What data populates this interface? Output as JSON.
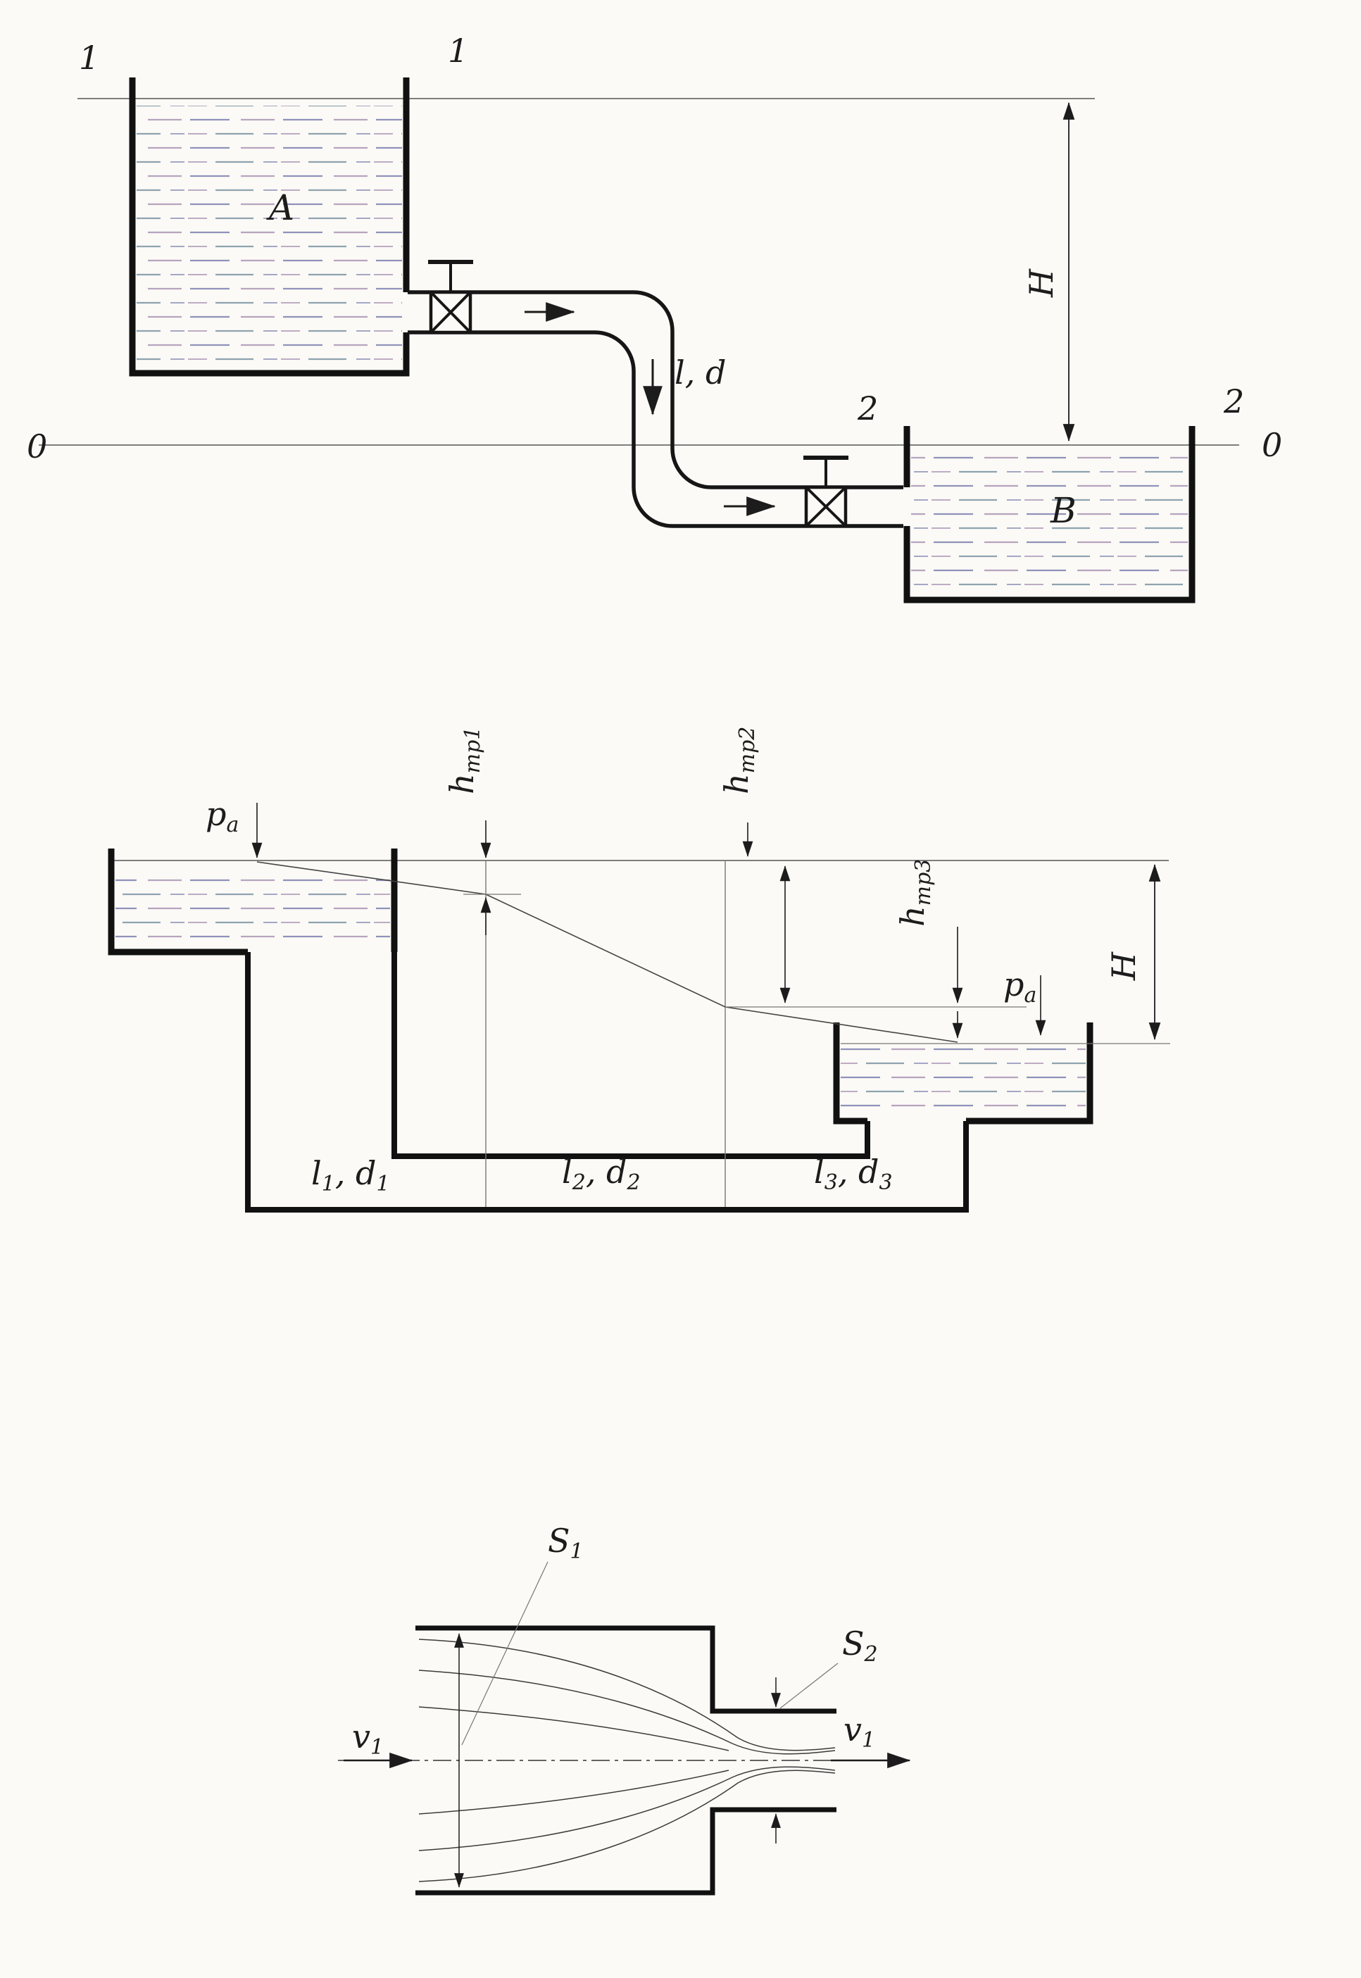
{
  "page": {
    "title": "Hydraulics pipeline figures (scanned technical diagram)",
    "ink_color": "#1c1c1c",
    "paper_color": "#fbfaf6",
    "water_dash_colors": [
      "#6b6fa5",
      "#8a6a9b",
      "#5f7d92"
    ]
  },
  "diagram1": {
    "description": "Two reservoirs A and B connected by pipe l,d with two valves; head H between levels; sections 1-1, 2-2 and datum 0-0",
    "labels": {
      "section1_left": "1",
      "section1_right": "1",
      "section2_left": "2",
      "section2_right": "2",
      "datum_left": "0",
      "datum_right": "0",
      "tank_a": "A",
      "tank_b": "B",
      "pipe": "l, d",
      "head": "H"
    }
  },
  "diagram2": {
    "description": "Pipeline of three sections with piezometric grade line and head losses",
    "labels": {
      "pa_base": "p",
      "pa_sub": "a",
      "h_base": "h",
      "htr1_sub": "тр1",
      "htr2_sub": "тр2",
      "htr3_sub": "тр3",
      "head": "H"
    },
    "sections": [
      {
        "l": "l",
        "lsub": "1",
        "d": ", d",
        "dsub": "1"
      },
      {
        "l": "l",
        "lsub": "2",
        "d": ", d",
        "dsub": "2"
      },
      {
        "l": "l",
        "lsub": "3",
        "d": ", d",
        "dsub": "3"
      }
    ]
  },
  "diagram3": {
    "description": "Sudden pipe contraction with streamlines, areas S1 and S2, velocity v1",
    "labels": {
      "s1_base": "S",
      "s1_sub": "1",
      "s2_base": "S",
      "s2_sub": "2",
      "v_base": "v",
      "v_sub": "1"
    }
  }
}
